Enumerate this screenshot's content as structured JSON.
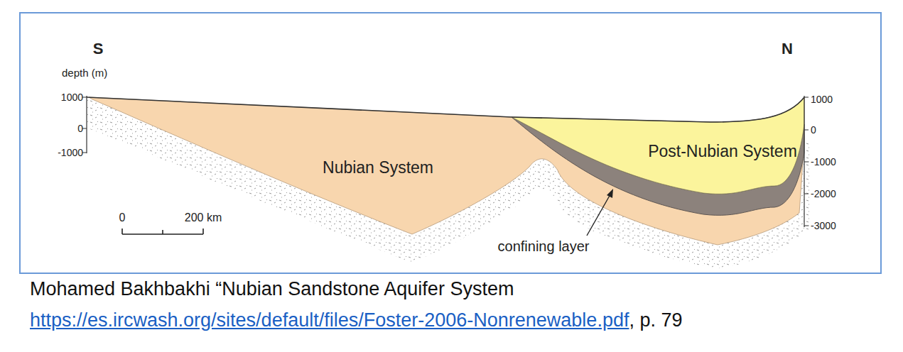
{
  "diagram": {
    "caption": "Mohamed Bakhbakhi  “Nubian Sandstone Aquifer System",
    "labels": [
      "S",
      "N",
      "depth (m)",
      "1000",
      "0",
      "-1000",
      "1000",
      "0",
      "-1000",
      "-2000",
      "-3000",
      "Nubian System",
      "Post-Nubian System",
      "confining layer",
      "0",
      "200 km",
      "https://es.ircwash.org/sites/default/files/Foster-2006-Nonrenewable.pdf",
      ", p. 79"
    ]
  }
}
